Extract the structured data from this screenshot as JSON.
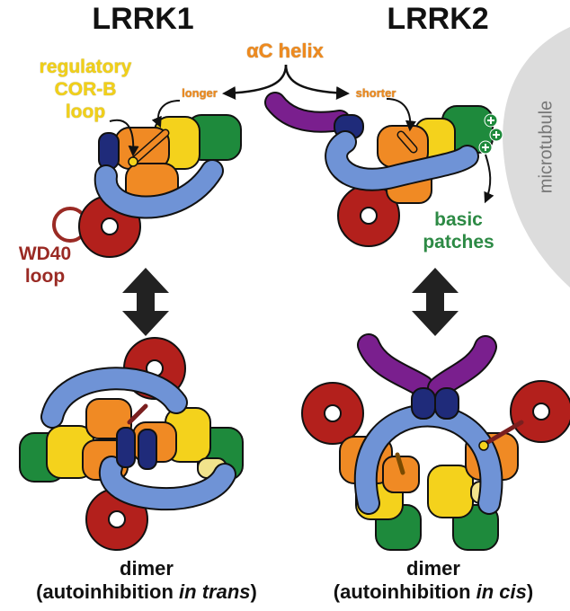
{
  "titles": {
    "left": "LRRK1",
    "right": "LRRK2"
  },
  "labels": {
    "alpha_c_helix": "αC helix",
    "longer": "longer",
    "shorter": "shorter",
    "regulatory_cor_b_loop": [
      "regulatory",
      "COR-B",
      "loop"
    ],
    "wd40_loop": [
      "WD40",
      "loop"
    ],
    "basic_patches": [
      "basic",
      "patches"
    ],
    "microtubule": "microtubule"
  },
  "captions": {
    "left": {
      "line1": "dimer",
      "line2_prefix": "(autoinhibition ",
      "line2_italic": "in trans",
      "line2_suffix": ")"
    },
    "right": {
      "line1": "dimer",
      "line2_prefix": "(autoinhibition ",
      "line2_italic": "in cis",
      "line2_suffix": ")"
    }
  },
  "colors": {
    "lrr_blue": "#6f93d6",
    "wd40_red": "#b3201c",
    "kinase_orange": "#f08a24",
    "cor_yellow": "#f4d21c",
    "roc_green": "#1e8a3c",
    "ankyrin_navy": "#1f2b7a",
    "armadillo_purple": "#7a1f8e",
    "light_yellow": "#f1e38c",
    "microtubule_gray": "#d9d9d9"
  }
}
